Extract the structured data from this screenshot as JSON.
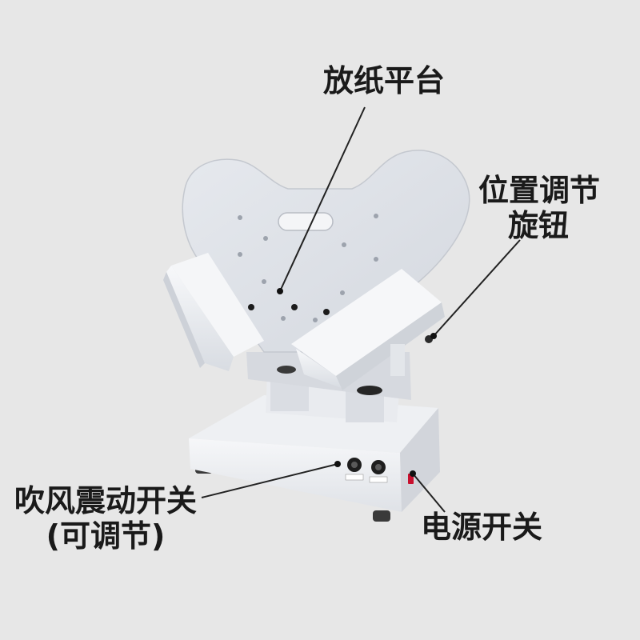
{
  "labels": {
    "paper_platform": "放纸平台",
    "position_knob_line1": "位置调节",
    "position_knob_line2": "旋钮",
    "blow_switch_line1": "吹风震动开关",
    "blow_switch_line2": "(可调节)",
    "power_switch": "电源开关"
  },
  "colors": {
    "background": "#e7e7e7",
    "machine_body": "#f2f3f5",
    "machine_shadow": "#c9ccd2",
    "text": "#1a1a1a",
    "power_switch": "#c8102e"
  }
}
